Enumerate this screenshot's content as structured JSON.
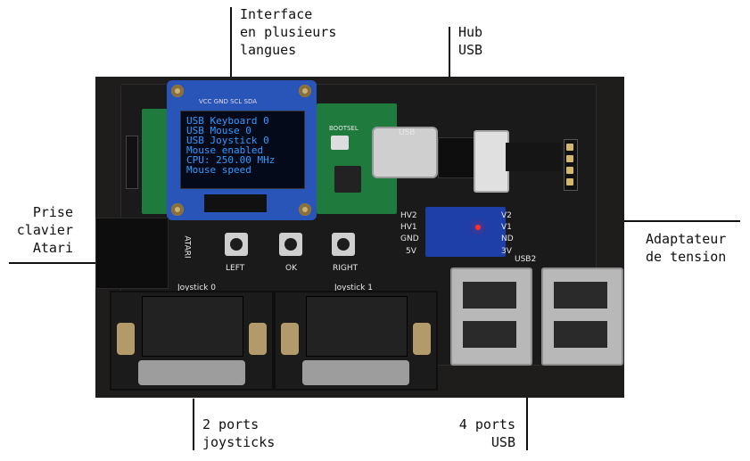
{
  "annotations": {
    "interface": "Interface\nen plusieurs\nlangues",
    "hub": "Hub\nUSB",
    "keyboard_jack": "Prise\nclavier\nAtari",
    "voltage_adapter": "Adaptateur\nde tension",
    "joystick_ports": "2 ports\njoysticks",
    "usb_ports": "4 ports\nUSB"
  },
  "oled": {
    "lines": [
      "USB Keyboard 0",
      "USB Mouse    0",
      "USB Joystick 0",
      "Mouse enabled",
      "CPU: 250.00 MHz",
      "Mouse speed"
    ]
  },
  "board_labels": {
    "oled_pins": "VCC GND SCL SDA",
    "bootsel": "BOOTSEL",
    "usb": "USB",
    "hv2": "HV2",
    "hv1": "HV1",
    "gnd_left": "GND",
    "v5": "5V",
    "lv2": "V2",
    "lv1": "V1",
    "gnd_right": "ND",
    "v33": "3V",
    "usb2": "USB2",
    "atari": "ATARI",
    "left": "LEFT",
    "ok": "OK",
    "right": "RIGHT",
    "joystick0": "Joystick 0",
    "joystick1": "Joystick 1"
  },
  "colors": {
    "pcb": "#1a1a1a",
    "oled_board": "#2a55b8",
    "oled_text": "#2f9bff",
    "pico_board": "#1f7a3e"
  }
}
